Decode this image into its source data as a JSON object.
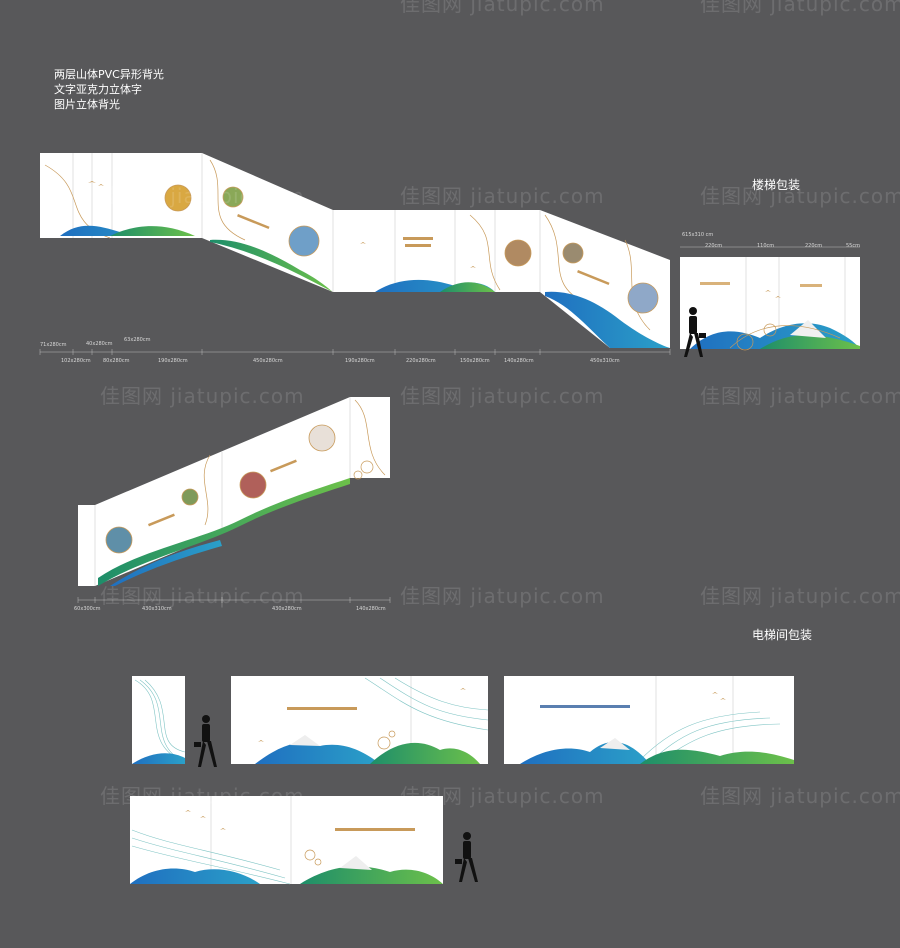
{
  "notes": [
    "两层山体PVC异形背光",
    "文字亚克力立体字",
    "图片立体背光"
  ],
  "titles": {
    "stair": "楼梯包装",
    "elevator": "电梯间包装"
  },
  "watermark": "佳图网 jiatupic.com",
  "colors": {
    "background": "#58585a",
    "panel": "#ffffff",
    "mountain_blue": "#1f6fc0",
    "mountain_green": "#3aa45a",
    "accent_gold": "#c89a5a"
  },
  "stair1": {
    "dims_top": [
      "71x280cm",
      "40x280cm",
      "63x280cm"
    ],
    "dims_bottom": [
      "102x280cm",
      "80x280cm",
      "190x280cm",
      "450x280cm",
      "190x280cm",
      "220x280cm",
      "150x280cm",
      "140x280cm",
      "450x310cm"
    ]
  },
  "stair_wall": {
    "size": "615x310 cm",
    "dims": [
      "220cm",
      "110cm",
      "220cm",
      "55cm"
    ]
  },
  "stair2": {
    "dims": [
      "60x300cm",
      "430x310cm",
      "430x280cm",
      "140x280cm"
    ]
  }
}
